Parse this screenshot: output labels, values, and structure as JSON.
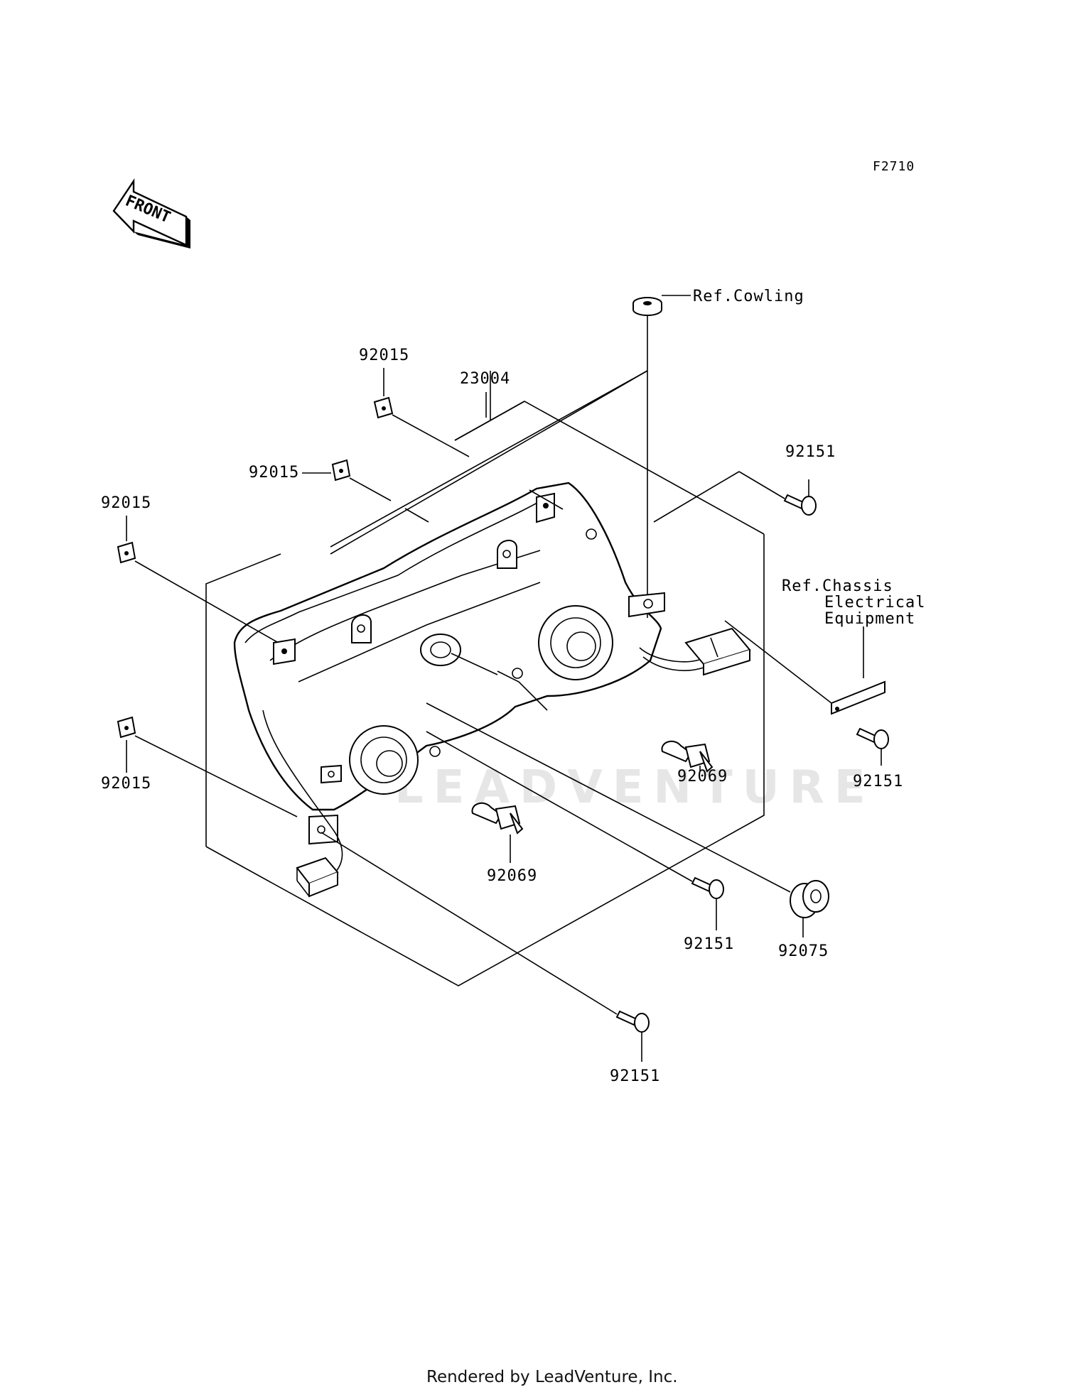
{
  "diagram_code": "F2710",
  "front_indicator": "FRONT",
  "watermark": "LEADVENTURE",
  "footer": "Rendered by LeadVenture, Inc.",
  "labels": {
    "ref_cowling": "Ref.Cowling",
    "ref_chassis": [
      "Ref.Chassis",
      "Electrical",
      "Equipment"
    ],
    "p23004": "23004",
    "p92015_top": "92015",
    "p92015_mid": "92015",
    "p92015_left": "92015",
    "p92015_lower": "92015",
    "p92151_top_right": "92151",
    "p92151_right": "92151",
    "p92151_center": "92151",
    "p92151_bottom": "92151",
    "p92069_right": "92069",
    "p92069_center": "92069",
    "p92075": "92075"
  },
  "colors": {
    "line": "#000000",
    "background": "#ffffff",
    "watermark": "#e6e6e6"
  }
}
